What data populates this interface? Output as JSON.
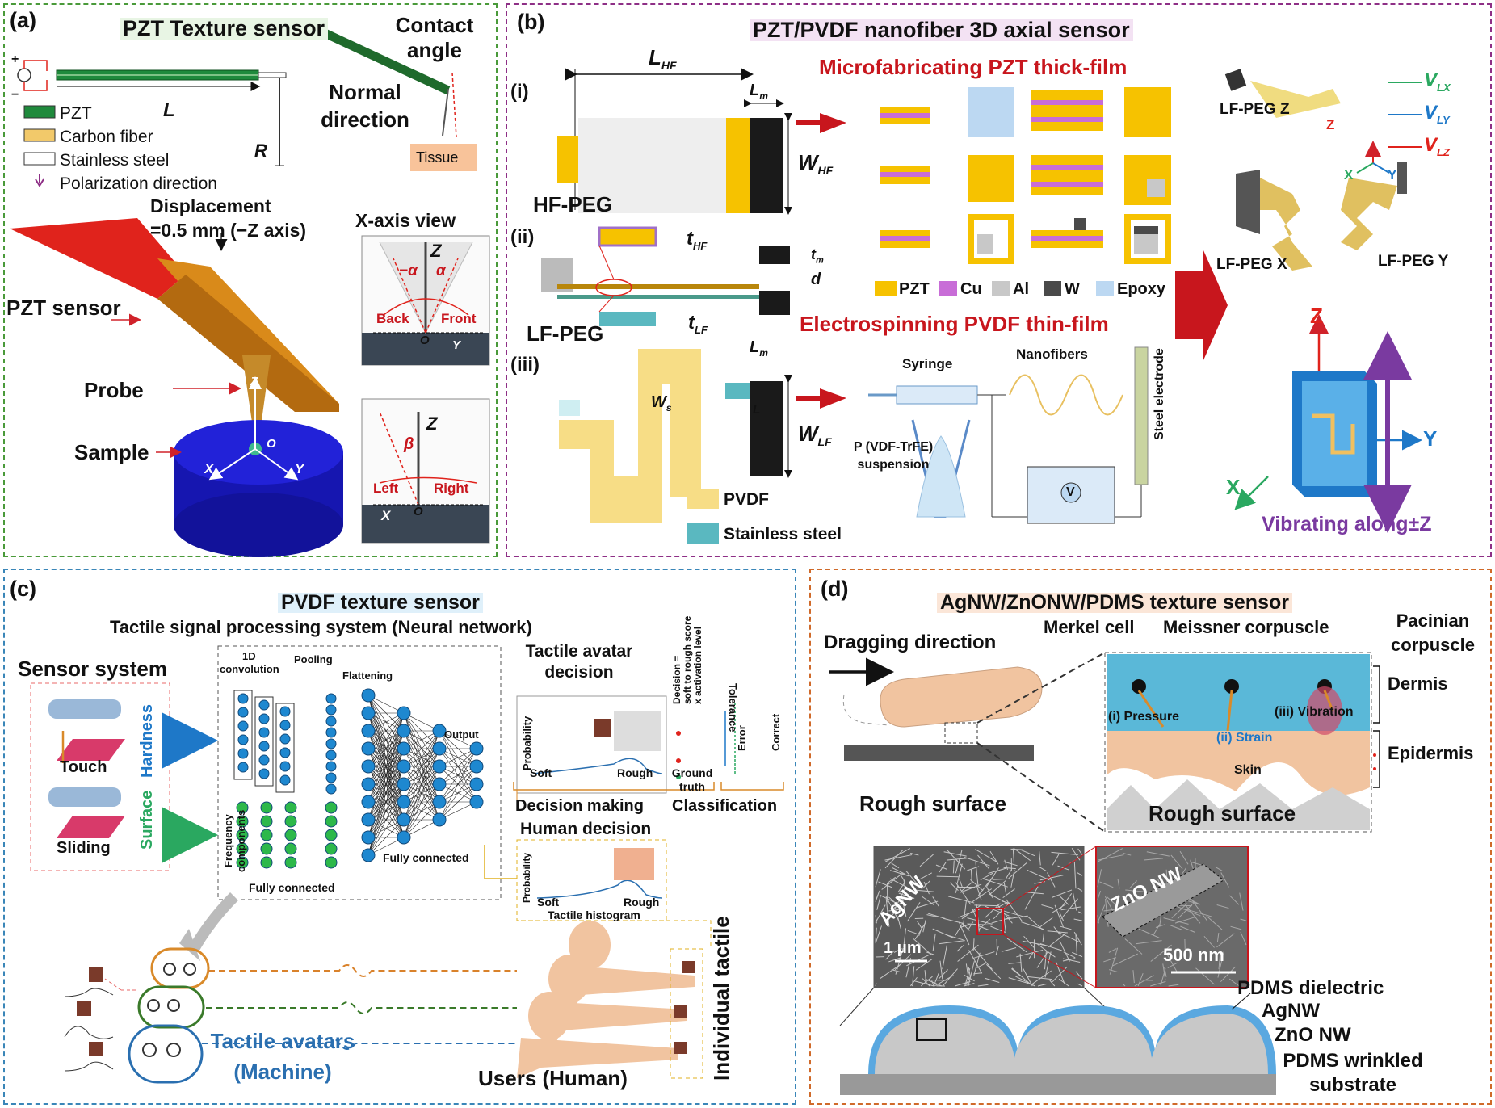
{
  "panel_a": {
    "label": "(a)",
    "title": "PZT Texture sensor",
    "contact_angle": "Contact angle",
    "normal_direction": "Normal direction",
    "tissue": "Tissue",
    "L": "L",
    "R": "R",
    "plus": "+",
    "minus": "−",
    "legend": [
      "PZT",
      "Carbon fiber",
      "Stainless steel",
      "Polarization direction"
    ],
    "displacement": "Displacement",
    "displacement_value": "=0.5 mm (−Z axis)",
    "xaxis_view": "X-axis view",
    "pzt_sensor": "PZT sensor",
    "probe": "Probe",
    "sample": "Sample",
    "axes": {
      "z": "Z",
      "x": "X",
      "y": "Y",
      "o": "O"
    },
    "view1": {
      "minus_alpha": "−α",
      "alpha": "α",
      "back": "Back",
      "front": "Front"
    },
    "view2": {
      "beta": "β",
      "left": "Left",
      "right": "Right"
    },
    "colors": {
      "pzt": "#1f8a3c",
      "carbon": "#f2c96a",
      "tissue": "#f8c39a",
      "sensor_red": "#e0231c",
      "sensor_orange": "#d98a1a",
      "sample": "#1a1ad0",
      "border": "#4a9a3a"
    }
  },
  "panel_b": {
    "label": "(b)",
    "title": "PZT/PVDF nanofiber 3D axial sensor",
    "roman": [
      "(i)",
      "(ii)",
      "(iii)"
    ],
    "L_HF": "L",
    "L_HF_sub": "HF",
    "L_m": "L",
    "L_m_sub": "m",
    "W_HF": "W",
    "W_HF_sub": "HF",
    "hf_peg": "HF-PEG",
    "t_HF": "t",
    "t_HF_sub": "HF",
    "t_m": "t",
    "t_m_sub": "m",
    "d": "d",
    "lf_peg": "LF-PEG",
    "t_LF": "t",
    "t_LF_sub": "LF",
    "W_s": "W",
    "W_s_sub": "s",
    "W_LF": "W",
    "W_LF_sub": "LF",
    "L_small": "L",
    "pvdf": "PVDF",
    "stainless_steel": "Stainless steel",
    "microfab": "Microfabricating PZT thick-film",
    "electrospin": "Electrospinning PVDF thin-film",
    "materials": [
      "PZT",
      "Cu",
      "Al",
      "W",
      "Epoxy"
    ],
    "syringe": "Syringe",
    "nanofibers": "Nanofibers",
    "steel_electrode": "Steel electrode",
    "suspension": [
      "P (VDF-TrFE)",
      "suspension"
    ],
    "voltage": "V",
    "lf_peg_z": "LF-PEG Z",
    "lf_peg_x": "LF-PEG X",
    "lf_peg_y": "LF-PEG Y",
    "v_lx": "V",
    "v_lx_sub": "LX",
    "v_ly": "V",
    "v_ly_sub": "LY",
    "v_lz": "V",
    "v_lz_sub": "LZ",
    "axes": {
      "z": "Z",
      "x": "X",
      "y": "Y"
    },
    "vibrating": "Vibrating along±Z",
    "colors": {
      "pzt": "#f6c200",
      "cu": "#c86dd7",
      "al": "#c8c8c8",
      "w": "#4a4a4a",
      "epoxy": "#bcd8f2",
      "lx": "#2aa860",
      "ly": "#1e78c8",
      "lz": "#e0231c",
      "steel": "#5ab8c0",
      "pvdf": "#f7dd86",
      "vib": "#7a3aa0",
      "border": "#8e2f86"
    }
  },
  "panel_c": {
    "label": "(c)",
    "title": "PVDF texture sensor",
    "subtitle": "Tactile signal processing system (Neural network)",
    "sensor_system": "Sensor system",
    "touch": "Touch",
    "sliding": "Sliding",
    "surface": "Surface",
    "hardness": "Hardness",
    "conv": [
      "1D",
      "convolution"
    ],
    "pooling": "Pooling",
    "flattening": "Flattening",
    "output": "Output",
    "frequency": [
      "Frequency",
      "components"
    ],
    "fully_connected": "Fully connected",
    "fully_connected_2": "Fully connected",
    "avatar_decision": [
      "Tactile avatar",
      "decision"
    ],
    "probability": "Probability",
    "soft": "Soft",
    "rough": "Rough",
    "decision_eq": [
      "Decision =",
      "soft to rough score",
      "x activation level"
    ],
    "tolerance": "Tolerance",
    "error": "Error",
    "correct": "Correct",
    "ground_truth": [
      "Ground",
      "truth"
    ],
    "decision_making": "Decision making",
    "classification": "Classification",
    "human_decision": "Human decision",
    "tactile_histogram": "Tactile histogram",
    "individual_tactile": "Individual tactile",
    "avatars": [
      "Tactile avatars",
      "(Machine)"
    ],
    "users": "Users (Human)",
    "colors": {
      "blue_node": "#1e88d0",
      "green_node": "#2db84a",
      "skin": "#f1c4a0",
      "wave_orange": "#d9822b",
      "wave_green": "#3a7a2a",
      "wave_blue": "#2a6fb0",
      "border": "#3a86b8"
    }
  },
  "panel_d": {
    "label": "(d)",
    "title": "AgNW/ZnONW/PDMS texture sensor",
    "dragging": "Dragging direction",
    "rough_surface": "Rough surface",
    "merkel": "Merkel cell",
    "meissner": "Meissner corpuscle",
    "pacinian": [
      "Pacinian",
      "corpuscle"
    ],
    "dermis": "Dermis",
    "epidermis": "Epidermis",
    "pressure": "(i) Pressure",
    "strain": "(ii) Strain",
    "vibration": "(iii) Vibration",
    "skin": "Skin",
    "rough_surface_2": "Rough surface",
    "agnw": "AgNW",
    "scale1": "1 μm",
    "zno": "ZnO NW",
    "scale2": "500 nm",
    "layers": [
      "PDMS dielectric",
      "AgNW",
      "ZnO NW"
    ],
    "substrate": [
      "PDMS wrinkled",
      "substrate"
    ],
    "colors": {
      "dermis": "#5ab8d8",
      "skin": "#f1c4a0",
      "pdms": "#5aa8e0",
      "border": "#d06a2a"
    }
  }
}
